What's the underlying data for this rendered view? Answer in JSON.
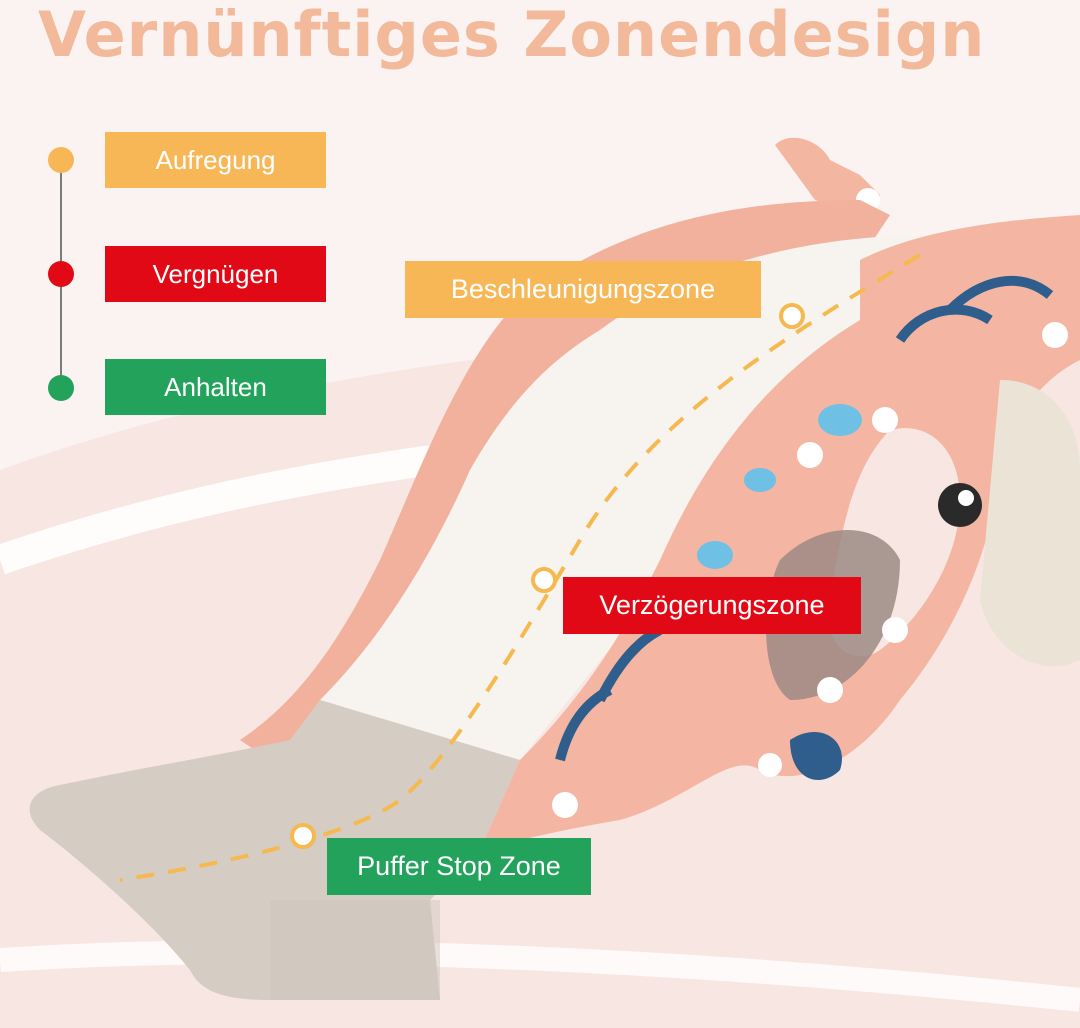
{
  "title": "Vernünftiges Zonendesign",
  "legend": [
    {
      "label": "Aufregung",
      "color": "#f8b757"
    },
    {
      "label": "Vergnügen",
      "color": "#e20916"
    },
    {
      "label": "Anhalten",
      "color": "#23a25b"
    }
  ],
  "zones": {
    "acceleration": {
      "label": "Beschleunigungszone",
      "color": "#f8b757"
    },
    "deceleration": {
      "label": "Verzögerungszone",
      "color": "#e20916"
    },
    "buffer": {
      "label": "Puffer Stop Zone",
      "color": "#23a25b"
    }
  }
}
